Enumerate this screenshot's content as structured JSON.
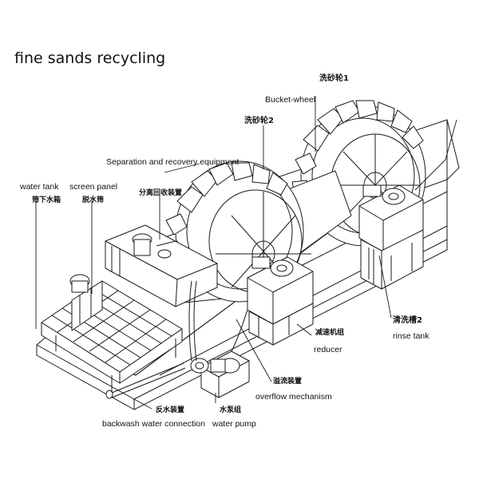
{
  "title": "fine sands recycling",
  "labels": {
    "bucket_wheel": "Bucket-wheel",
    "bucket_wheel_cn_1": "洗砂轮1",
    "bucket_wheel_cn_2": "洗砂轮2",
    "separation": "Separation and recovery equipment",
    "separation_cn": "分离回收装置",
    "water_tank": "water tank",
    "water_tank_cn": "筛下水箱",
    "screen_panel": "screen panel",
    "screen_panel_cn": "脱水筛",
    "rinse_tank": "rinse tank",
    "rinse_tank_cn": "清洗槽2",
    "reducer": "reducer",
    "reducer_cn": "减速机组",
    "overflow": "overflow mechanism",
    "overflow_cn": "溢流装置",
    "backwash": "backwash water connection",
    "backwash_cn": "反水装置",
    "water_pump": "water pump",
    "water_pump_cn": "水泵组"
  },
  "colors": {
    "line": "#1a1a1a",
    "background": "#ffffff"
  }
}
